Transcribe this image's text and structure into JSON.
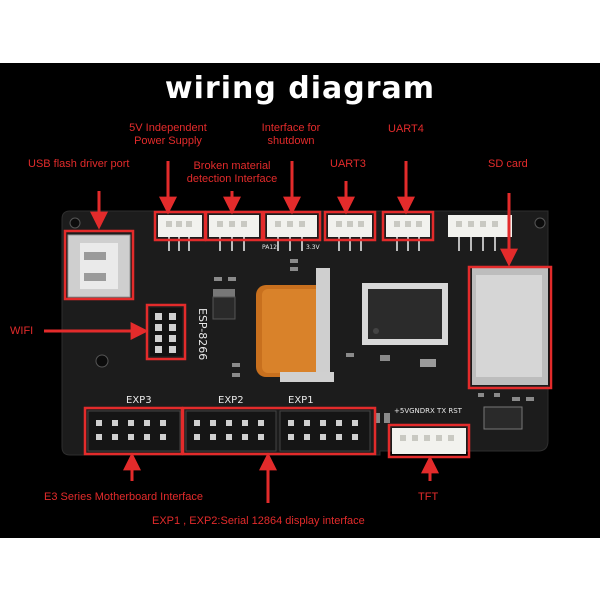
{
  "title": "wiring diagram",
  "colors": {
    "background": "#000000",
    "pcb": "#1c1c1c",
    "highlight": "#e32b2b",
    "connector": "#f2f2ee"
  },
  "labels": {
    "usb": "USB flash driver port",
    "power_line1": "5V Independent",
    "power_line2": "Power Supply",
    "broken_line1": "Broken material",
    "broken_line2": "detection Interface",
    "shutdown_line1": "Interface for",
    "shutdown_line2": "shutdown",
    "uart3": "UART3",
    "uart4": "UART4",
    "sd": "SD card",
    "wifi": "WIFI",
    "e3": "E3 Series Motherboard Interface",
    "exp": "EXP1 , EXP2:Serial 12864 display interface",
    "tft": "TFT"
  },
  "silkscreen": {
    "exp3": "EXP3",
    "exp2": "EXP2",
    "exp1": "EXP1",
    "esp": "ESP-8266",
    "pin_row": "+5VGNDRX TX RST",
    "pa12": "PA12",
    "v33": "3.3V"
  }
}
